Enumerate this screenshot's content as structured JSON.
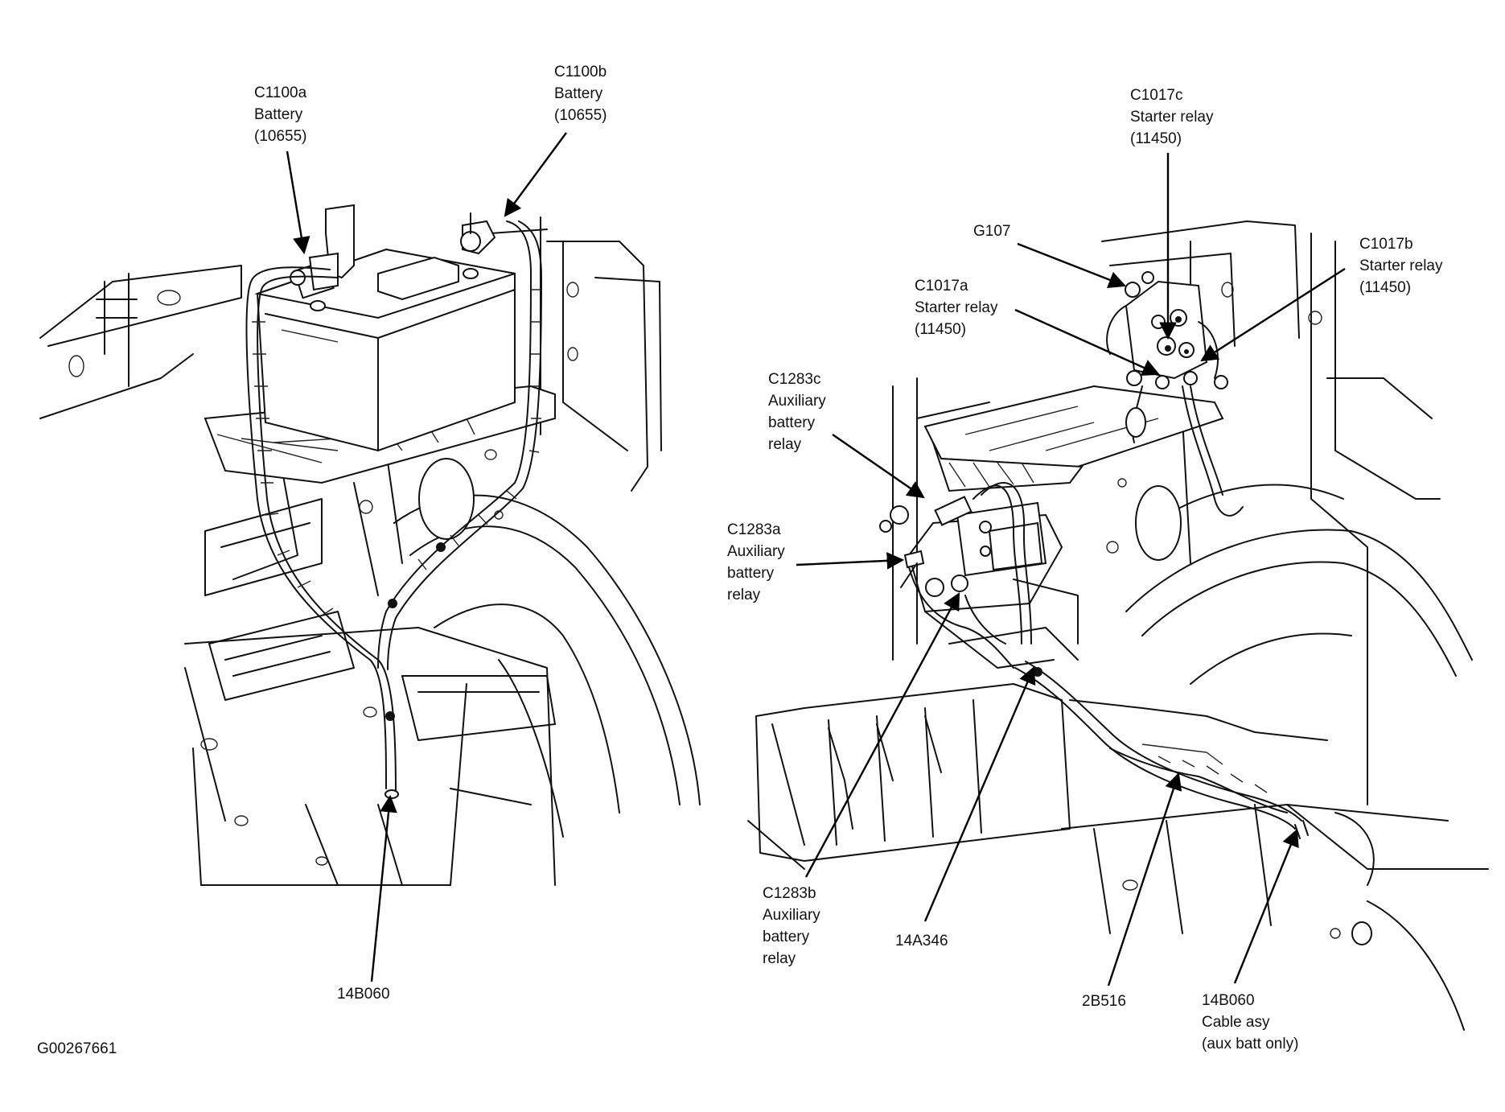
{
  "labels": {
    "c1100a": [
      "C1100a",
      "Battery",
      "(10655)"
    ],
    "c1100b": [
      "C1100b",
      "Battery",
      "(10655)"
    ],
    "c1017c": [
      "C1017c",
      "Starter relay",
      "(11450)"
    ],
    "g107": [
      "G107"
    ],
    "c1017a": [
      "C1017a",
      "Starter relay",
      "(11450)"
    ],
    "c1017b": [
      "C1017b",
      "Starter relay",
      "(11450)"
    ],
    "c1283c": [
      "C1283c",
      "Auxiliary",
      "battery",
      "relay"
    ],
    "c1283a": [
      "C1283a",
      "Auxiliary",
      "battery",
      "relay"
    ],
    "c1283b": [
      "C1283b",
      "Auxiliary",
      "battery",
      "relay"
    ],
    "wire_14b060_left": [
      "14B060"
    ],
    "wire_14a346": [
      "14A346"
    ],
    "wire_2b516": [
      "2B516"
    ],
    "wire_14b060_right": [
      "14B060",
      "Cable asy",
      "(aux batt only)"
    ]
  },
  "figure_id": "G00267661"
}
